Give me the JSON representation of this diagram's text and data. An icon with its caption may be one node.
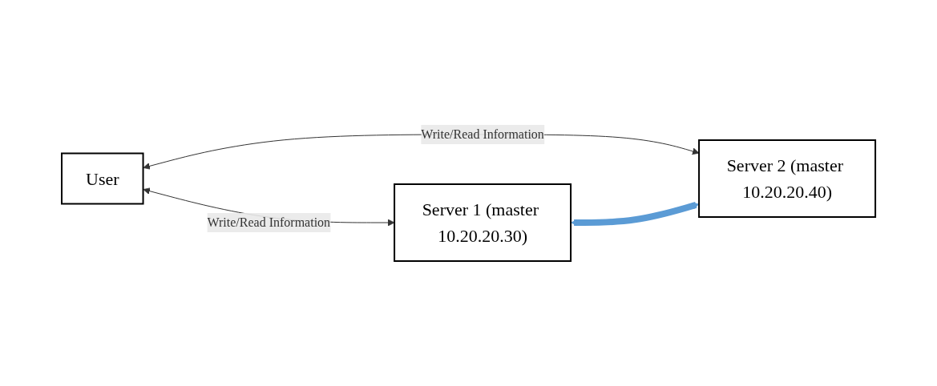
{
  "diagram": {
    "nodes": [
      {
        "text": [
          "User"
        ]
      },
      {
        "text": [
          "Server 1 (master 10.20.20.30)"
        ]
      },
      {
        "text": [
          "Server 2 (master 10.20.20.40)"
        ]
      }
    ],
    "edges": [
      {
        "from": 0,
        "to": 1,
        "arrow": "both",
        "label": "Write/Read Information"
      },
      {
        "from": 0,
        "to": 2,
        "arrow": "both",
        "label": "Write/Read Information"
      },
      {
        "from": 1,
        "to": 2,
        "arrow": "both",
        "style": "thick",
        "color": "#5b9bd5"
      }
    ]
  }
}
